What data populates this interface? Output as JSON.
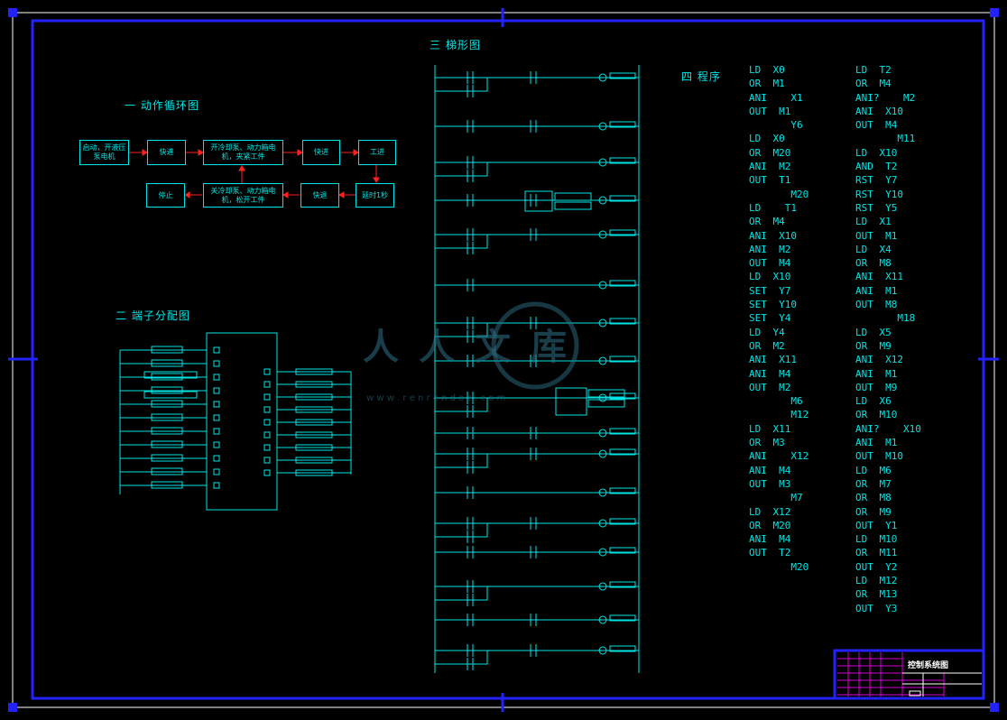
{
  "colors": {
    "frame": "#2222ff",
    "line": "#00e5e5",
    "arrow": "#ff2020",
    "white": "#ffffff",
    "magenta": "#d400d4",
    "watermark": "#2e6f86"
  },
  "sections": {
    "s1": "一 动作循环图",
    "s2": "二 端子分配图",
    "s3": "三 梯形图",
    "s4": "四 程序"
  },
  "flow": {
    "b1": "启动，开液压泵电机",
    "b2": "快进",
    "b3": "开冷却泵、动力箱电机，夹紧工件",
    "b4": "快进",
    "b5": "工进",
    "b6": "停止",
    "b7": "关冷却泵、动力箱电机，松开工件",
    "b8": "快退",
    "b9": "延时1秒"
  },
  "program": {
    "col1": [
      "LD  X0",
      "OR  M1",
      "ANI    X1",
      "OUT  M1",
      "       Y6",
      "LD  X0",
      "OR  M20",
      "ANI  M2",
      "OUT  T1",
      "       M20",
      "LD    T1",
      "OR  M4",
      "ANI  X10",
      "ANI  M2",
      "OUT  M4",
      "LD  X10",
      "SET  Y7",
      "SET  Y10",
      "SET  Y4",
      "LD  Y4",
      "OR  M2",
      "ANI  X11",
      "ANI  M4",
      "OUT  M2",
      "       M6",
      "       M12",
      "LD  X11",
      "OR  M3",
      "ANI    X12",
      "ANI  M4",
      "OUT  M3",
      "       M7",
      "LD  X12",
      "OR  M20",
      "ANI  M4",
      "OUT  T2",
      "       M20"
    ],
    "col2": [
      "LD  T2",
      "OR  M4",
      "ANI?    M2",
      "ANI  X10",
      "OUT  M4",
      "       M11",
      "LD  X10",
      "AND  T2",
      "RST  Y7",
      "RST  Y10",
      "RST  Y5",
      "LD  X1",
      "OUT  M1",
      "LD  X4",
      "OR  M8",
      "ANI  X11",
      "ANI  M1",
      "OUT  M8",
      "       M18",
      "LD  X5",
      "OR  M9",
      "ANI  X12",
      "ANI  M1",
      "OUT  M9",
      "LD  X6",
      "OR  M10",
      "ANI?    X10",
      "ANI  M1",
      "OUT  M10",
      "LD  M6",
      "OR  M7",
      "OR  M8",
      "OR  M9",
      "OUT  Y1",
      "LD  M10",
      "OR  M11",
      "OUT  Y2",
      "LD  M12",
      "OR  M13",
      "OUT  Y3"
    ]
  },
  "title_block": {
    "title": "控制系统图"
  },
  "watermark": {
    "text": "人人文库",
    "url": "w w w . r e n r e n d o c . c o m"
  }
}
